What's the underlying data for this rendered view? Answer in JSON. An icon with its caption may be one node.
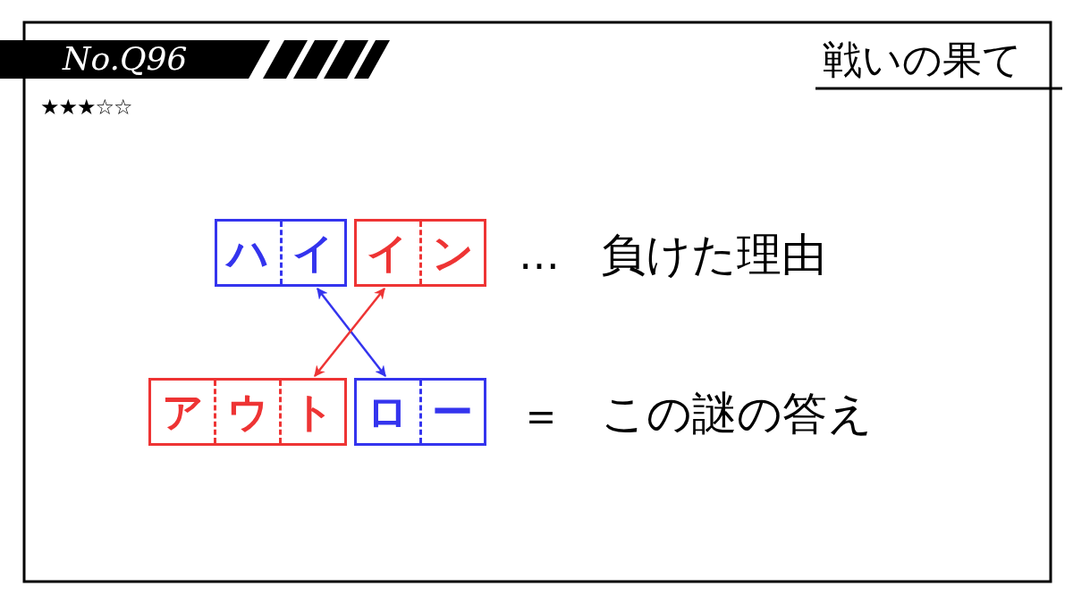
{
  "diagram": {
    "title": "戦いの果て",
    "nodes": [
      {
        "text": [
          "ハ",
          "イ"
        ]
      },
      {
        "text": [
          "イ",
          "ン"
        ]
      },
      {
        "text": [
          "ア",
          "ウ",
          "ト"
        ]
      },
      {
        "text": [
          "ロ",
          "ー"
        ]
      }
    ],
    "edges": [
      {
        "from": 0,
        "to": 3,
        "arrow": "both",
        "color": "#3434ee"
      },
      {
        "from": 1,
        "to": 2,
        "arrow": "both",
        "color": "#ee3434"
      }
    ],
    "labels": [
      "No.Q96",
      "★★★☆☆",
      "…",
      "負けた理由",
      "＝",
      "この謎の答え"
    ]
  }
}
